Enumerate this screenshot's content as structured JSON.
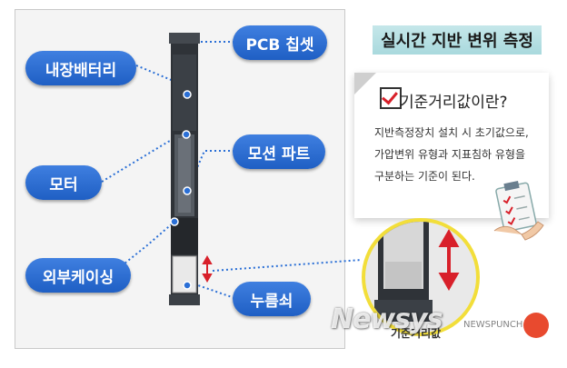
{
  "labels": {
    "battery": "내장배터리",
    "motor": "모터",
    "casing": "외부케이싱",
    "pcb": "PCB 칩셋",
    "motion": "모션 파트",
    "button": "누름쇠"
  },
  "title": "실시간 지반 변위 측정",
  "card": {
    "heading": "기준거리값이란?",
    "lines": [
      "지반측정장치 설치 시 초기값으로,",
      "가압변위 유형과 지표침하 유형을",
      "구분하는 기준이 된다."
    ]
  },
  "zoom_caption": "기준거리값",
  "watermark": {
    "main": "Newsys",
    "sub": "NEWSPUNCH"
  },
  "colors": {
    "pill": "#2a6fd6",
    "title_bg": "#b6dfe3",
    "zoom_ring": "#f2de3a",
    "arrow": "#d8202a"
  }
}
